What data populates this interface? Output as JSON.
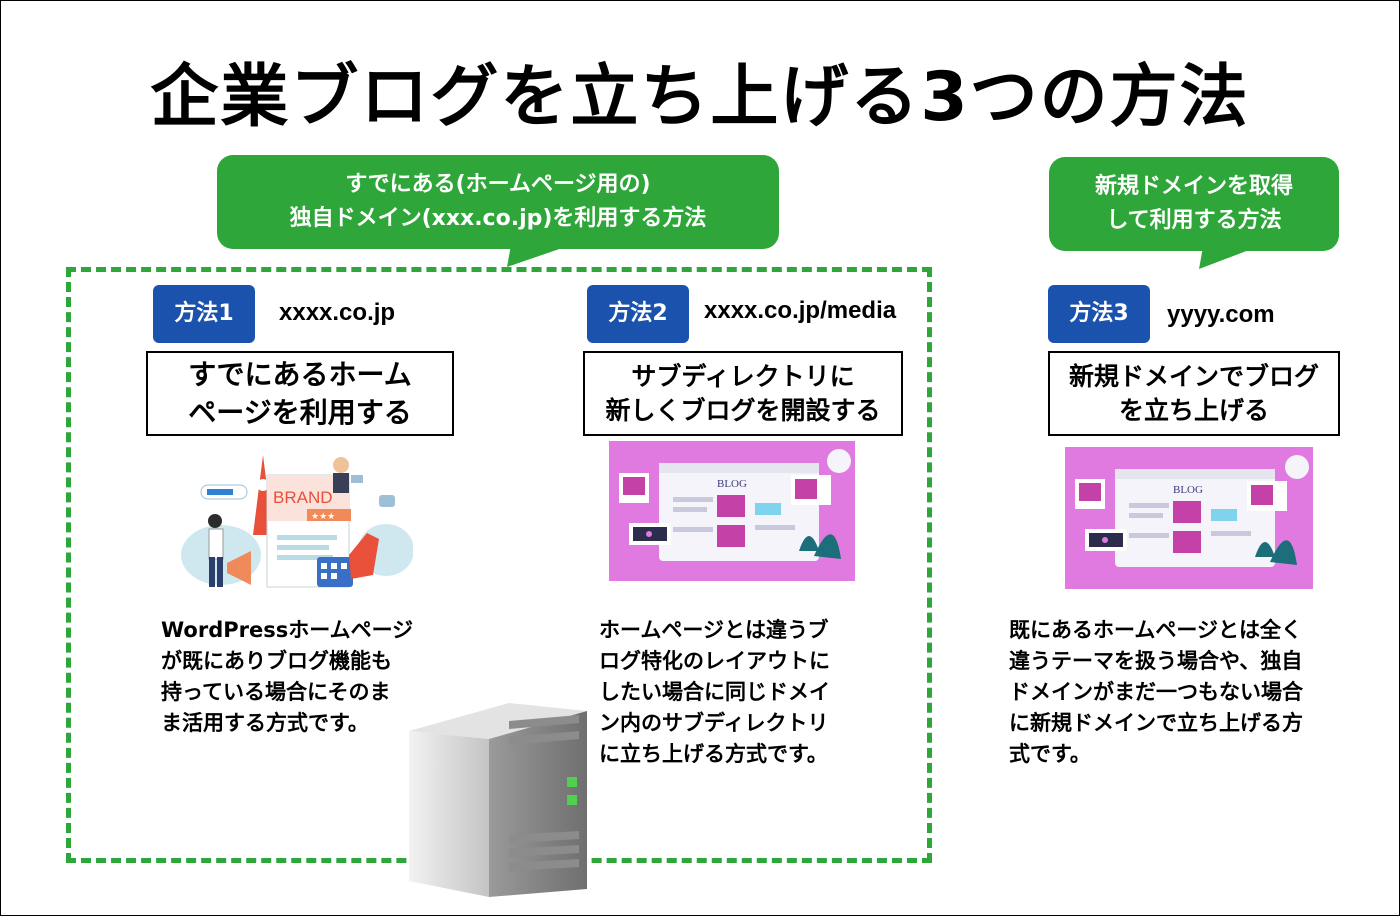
{
  "title": "企業ブログを立ち上げる3つの方法",
  "bubble_left": {
    "line1": "すでにある(ホームページ用の)",
    "line2": "独自ドメイン(xxx.co.jp)を利用する方法"
  },
  "bubble_right": {
    "line1": "新規ドメインを取得",
    "line2": "して利用する方法"
  },
  "methods": [
    {
      "badge": "方法1",
      "url": "xxxx.co.jp",
      "box_lines": [
        "すでにあるホーム",
        "ページを利用する"
      ],
      "illustration_text": "BRAND",
      "desc_lines": [
        "WordPressホームページ",
        "が既にありブログ機能も",
        "持っている場合にそのま",
        "ま活用する方式です。"
      ]
    },
    {
      "badge": "方法2",
      "url": "xxxx.co.jp/media",
      "box_lines": [
        "サブディレクトリに",
        "新しくブログを開設する"
      ],
      "illustration_text": "BLOG",
      "desc_lines": [
        "ホームページとは違うブ",
        "ログ特化のレイアウトに",
        "したい場合に同じドメイ",
        "ン内のサブディレクトリ",
        "に立ち上げる方式です。"
      ]
    },
    {
      "badge": "方法3",
      "url": "yyyy.com",
      "box_lines": [
        "新規ドメインでブログ",
        "を立ち上げる"
      ],
      "illustration_text": "BLOG",
      "desc_lines": [
        "既にあるホームページとは全く",
        "違うテーマを扱う場合や、独自",
        "ドメインがまだ一つもない場合",
        "に新規ドメインで立ち上げる方",
        "式です。"
      ]
    }
  ],
  "colors": {
    "green": "#2ea639",
    "badge_blue": "#1b52ad",
    "pink": "#e07ae0"
  }
}
